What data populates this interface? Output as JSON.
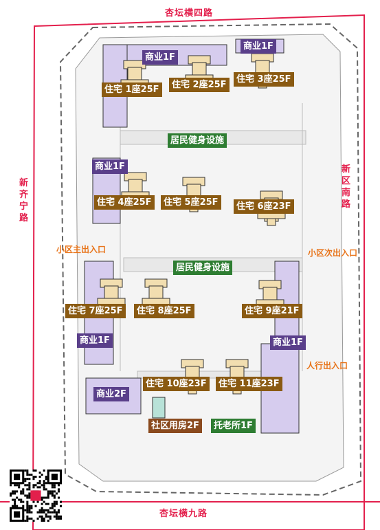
{
  "roads": {
    "north": "杏坛横四路",
    "south": "杏坛横九路",
    "west": "新齐宁路",
    "east": "新区南路"
  },
  "residential": [
    {
      "label": "住宅 1座25F"
    },
    {
      "label": "住宅 2座25F"
    },
    {
      "label": "住宅 3座25F"
    },
    {
      "label": "住宅 4座25F"
    },
    {
      "label": "住宅 5座25F"
    },
    {
      "label": "住宅 6座23F"
    },
    {
      "label": "住宅 7座25F"
    },
    {
      "label": "住宅 8座25F"
    },
    {
      "label": "住宅 9座21F"
    },
    {
      "label": "住宅 10座23F"
    },
    {
      "label": "住宅 11座23F"
    }
  ],
  "commercial": [
    {
      "label": "商业1F"
    },
    {
      "label": "商业1F"
    },
    {
      "label": "商业1F"
    },
    {
      "label": "商业1F"
    },
    {
      "label": "商业1F"
    },
    {
      "label": "商业2F"
    }
  ],
  "facilities": [
    {
      "label": "居民健身设施"
    },
    {
      "label": "居民健身设施"
    }
  ],
  "public_service": {
    "community": "社区用房2F",
    "nursery": "托老所1F"
  },
  "entrances": {
    "main": "小区主出入口",
    "secondary": "小区次出入口",
    "pedestrian": "人行出入口"
  },
  "colors": {
    "road": "#e31f4c",
    "residential_label": "#8a5a12",
    "commercial_label": "#5a3f8a",
    "commercial_fill": "#d6ccee",
    "facility_label": "#2e7d32",
    "entrance_text": "#e8741a",
    "tower_fill": "#f2deb0"
  }
}
